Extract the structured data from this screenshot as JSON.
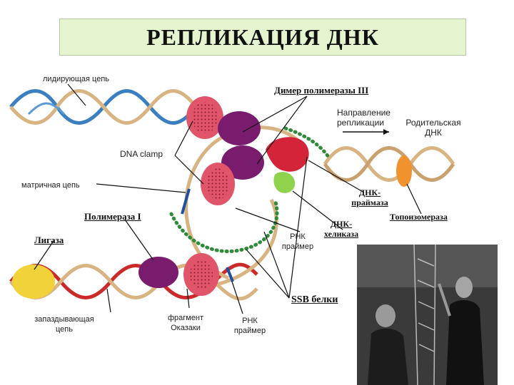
{
  "title": "РЕПЛИКАЦИЯ ДНК",
  "labels": {
    "leading_strand": "лидирующая цепь",
    "polymerase_dimer": "Димер полимеразы III",
    "replication_direction_l1": "Направление",
    "replication_direction_l2": "репликации",
    "parental_dna_l1": "Родительская",
    "parental_dna_l2": "ДНК",
    "dna_clamp": "DNA clamp",
    "template_strand": "матричная цепь",
    "primase_l1": "ДНК-",
    "primase_l2": "праймаза",
    "topoisomerase": "Топоизомераза",
    "polymerase_one": "Полимераза I",
    "helicase_l1": "ДНК-",
    "helicase_l2": "хеликаза",
    "rna_primer_top_l1": "РНК",
    "rna_primer_top_l2": "праймер",
    "ligase": "Лигаза",
    "ssb_proteins": "SSB белки",
    "lagging_strand_l1": "запаздывающая",
    "lagging_strand_l2": "цепь",
    "okazaki_l1": "фрагмент",
    "okazaki_l2": "Оказаки",
    "rna_primer_bottom_l1": "РНК",
    "rna_primer_bottom_l2": "праймер"
  },
  "colors": {
    "strand_blue": "#3a7fc1",
    "strand_tan": "#d9b483",
    "strand_red": "#cc2a2a",
    "polymerase_pink": "#e0556a",
    "polymerase_purple": "#7a1c6e",
    "primase_red": "#d3243a",
    "helicase_green": "#8fd24b",
    "topoisomerase_orange": "#f0922e",
    "ligase_yellow": "#f2d23a",
    "ssb_green": "#2f8a3a",
    "title_bg": "#e3f4cf"
  }
}
